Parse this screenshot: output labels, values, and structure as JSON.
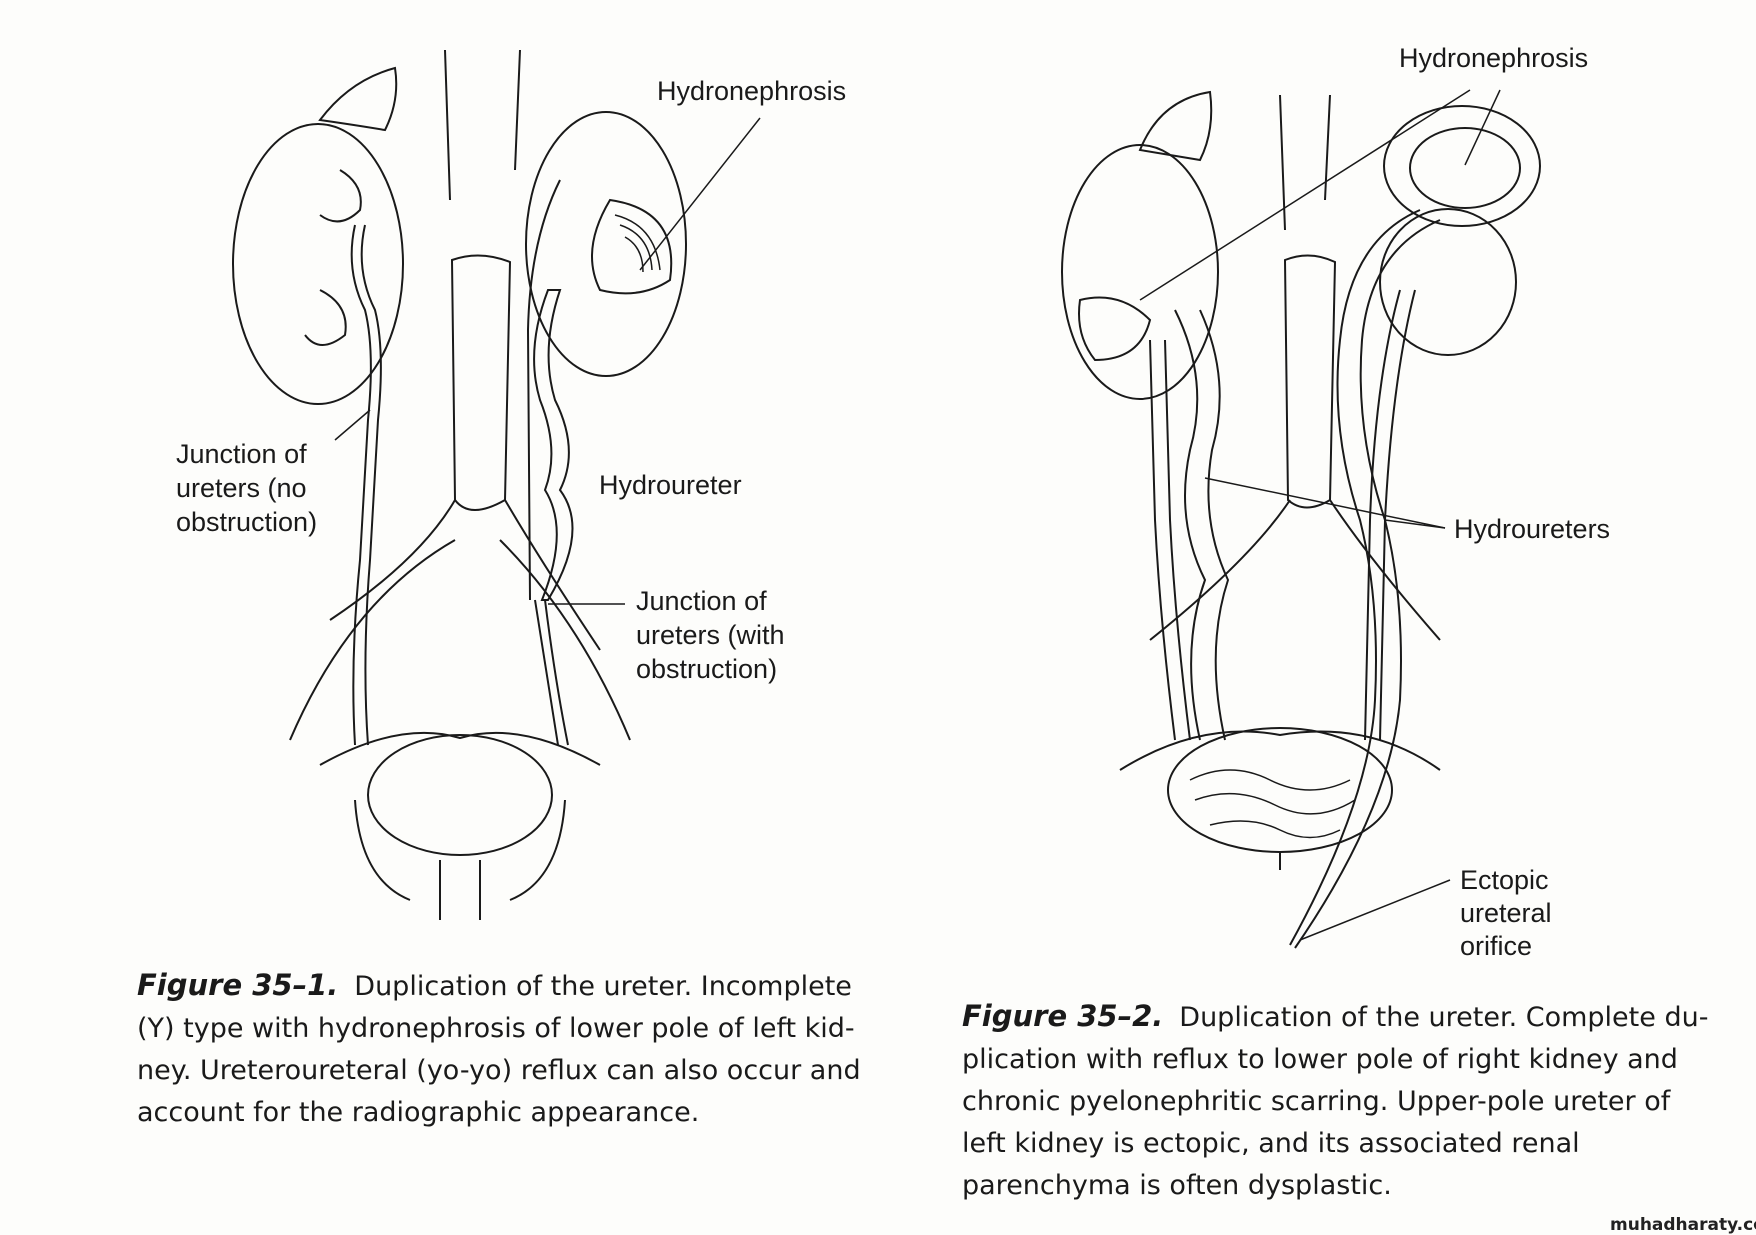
{
  "figure1": {
    "labels": {
      "hydronephrosis": "Hydronephrosis",
      "junction_no_obstruction": [
        "Junction of",
        "ureters (no",
        "obstruction)"
      ],
      "hydroureter": "Hydroureter",
      "junction_with_obstruction": [
        "Junction of",
        "ureters (with",
        "obstruction)"
      ]
    },
    "caption": {
      "number": "Figure 35–1.",
      "lines": [
        "Duplication of the ureter. Incomplete",
        "(Y) type with hydronephrosis of lower pole of left kid-",
        "ney. Ureteroureteral (yo-yo) reflux can also occur and",
        "account for the radiographic appearance."
      ]
    }
  },
  "figure2": {
    "labels": {
      "hydronephrosis": "Hydronephrosis",
      "hydroureters": "Hydroureters",
      "ectopic_orifice": [
        "Ectopic",
        "ureteral",
        "orifice"
      ]
    },
    "caption": {
      "number": "Figure 35–2.",
      "lines": [
        "Duplication of the ureter. Complete du-",
        "plication with reflux to lower pole of right kidney and",
        "chronic pyelonephritic scarring. Upper-pole ureter of",
        "left kidney is ectopic, and its associated renal",
        "parenchyma is often dysplastic."
      ]
    }
  },
  "watermark": "muhadharaty.com"
}
